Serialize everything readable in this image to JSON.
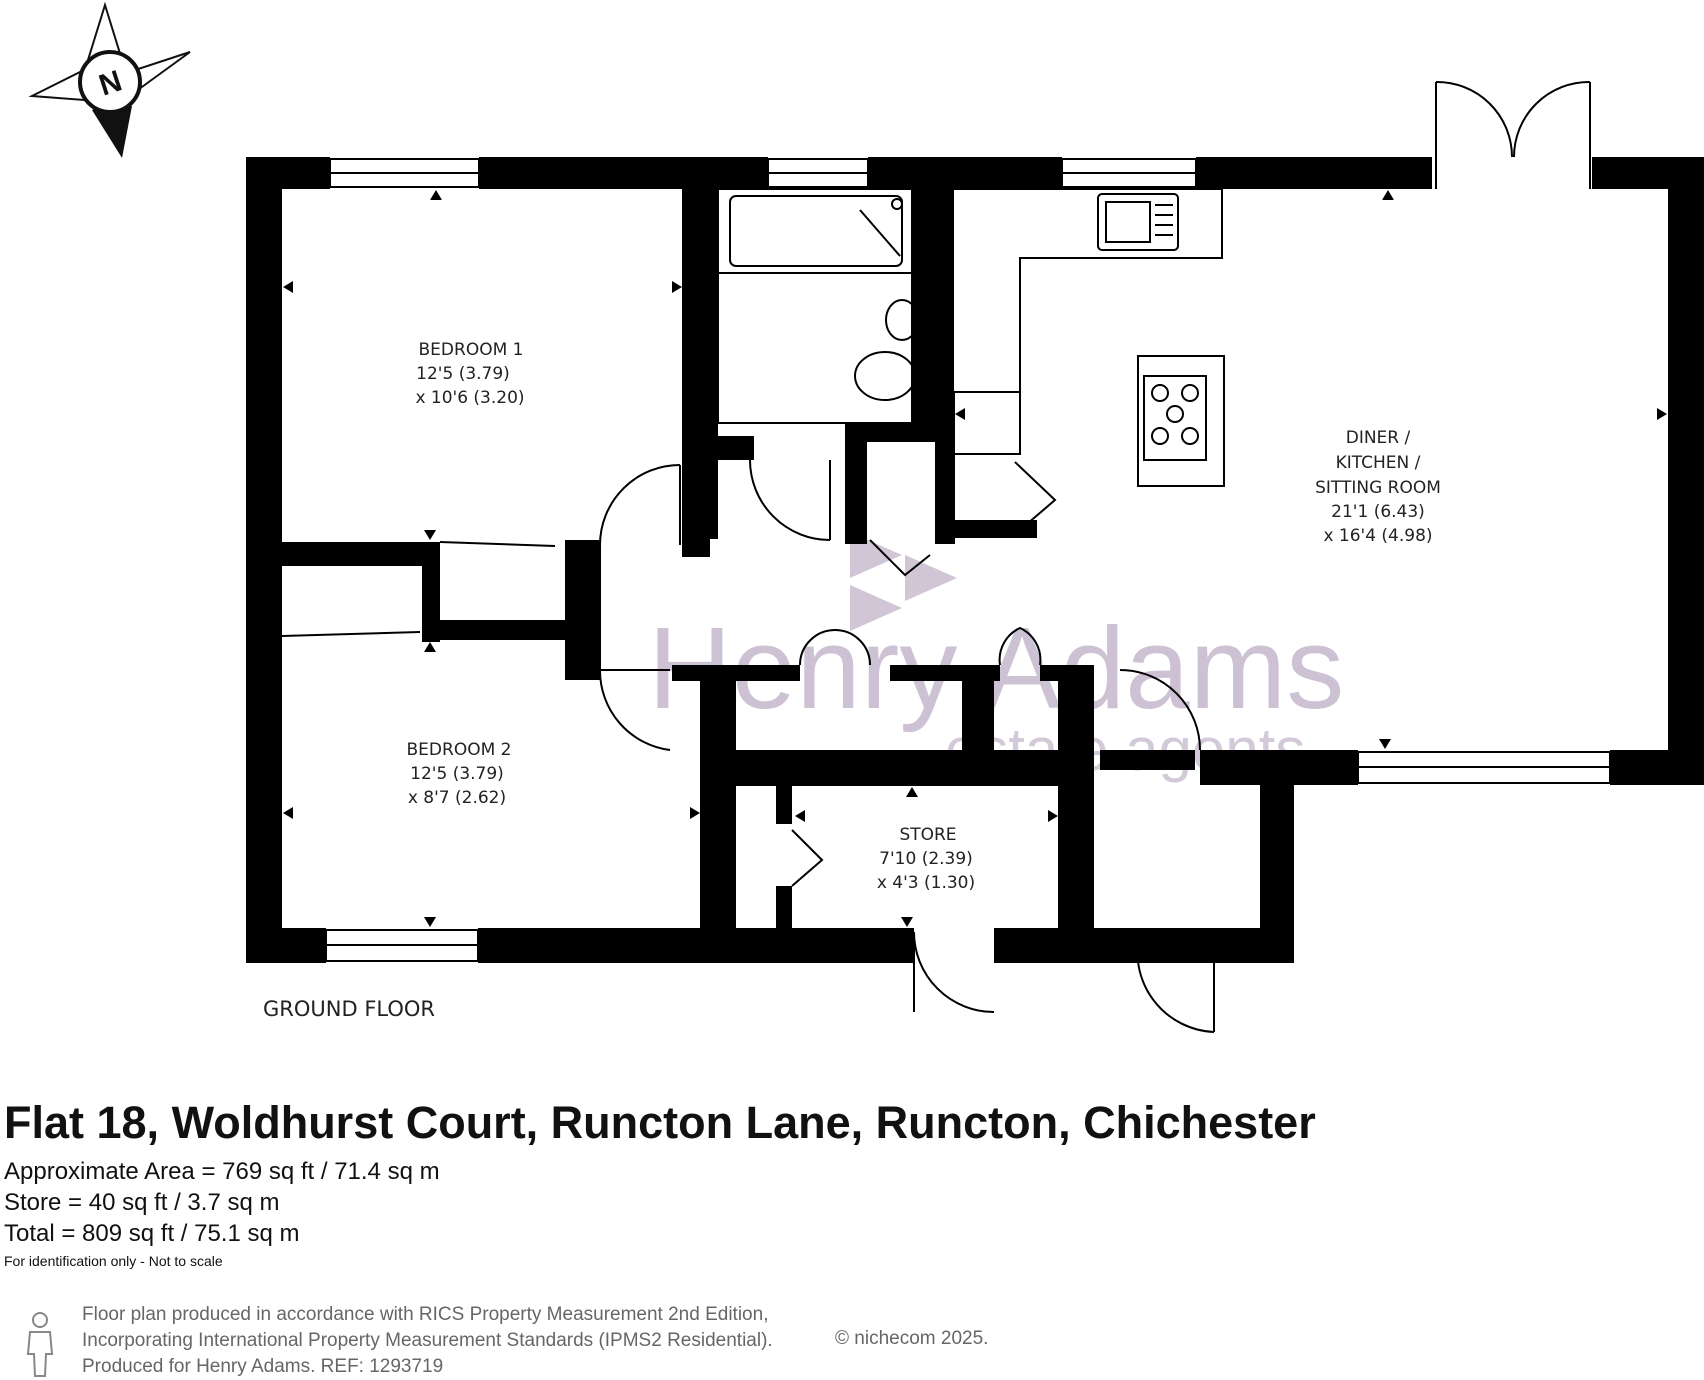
{
  "compass": {
    "label": "N"
  },
  "rooms": {
    "bedroom1": {
      "name": "BEDROOM 1",
      "dim1": "12'5 (3.79)",
      "dim2": "x 10'6 (3.20)"
    },
    "bedroom2": {
      "name": "BEDROOM 2",
      "dim1": "12'5 (3.79)",
      "dim2": "x 8'7 (2.62)"
    },
    "diner": {
      "name1": "DINER /",
      "name2": "KITCHEN /",
      "name3": "SITTING ROOM",
      "dim1": "21'1 (6.43)",
      "dim2": "x 16'4 (4.98)"
    },
    "store": {
      "name": "STORE",
      "dim1": "7'10 (2.39)",
      "dim2": "x 4'3 (1.30)"
    }
  },
  "floor_label": "GROUND FLOOR",
  "watermark": {
    "main": "Henry Adams",
    "sub": "estate agents"
  },
  "property": {
    "title": "Flat 18, Woldhurst Court, Runcton Lane, Runcton, Chichester",
    "area": "Approximate Area = 769 sq ft / 71.4 sq m",
    "store": "Store = 40 sq ft / 3.7 sq m",
    "total": "Total = 809 sq ft / 75.1 sq m",
    "note": "For identification only - Not to scale"
  },
  "footer": {
    "line1": "Floor plan produced in accordance with RICS Property Measurement 2nd Edition,",
    "line2": "Incorporating International Property Measurement Standards (IPMS2 Residential).",
    "line3": "Produced for Henry Adams.   REF: 1293719",
    "copyright": "© nichecom 2025."
  },
  "colors": {
    "wall": "#000000",
    "watermark": "#c5b8cc",
    "footer_text": "#666666"
  }
}
